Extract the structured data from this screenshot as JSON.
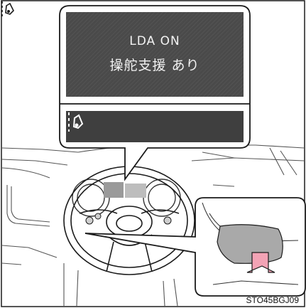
{
  "display": {
    "line1": "LDA ON",
    "line2": "操舵支援 あり"
  },
  "icons": {
    "display_icon": "lane-departure-alert-icon",
    "switch_icon": "lane-departure-alert-icon",
    "arrow": "press-arrow-icon"
  },
  "caption": "STO45BGJ09",
  "colors": {
    "screen": "#4a4a4a",
    "bar": "#3f3f3f",
    "arrow_fill": "#f3a3b5",
    "line": "#1a1a1a"
  }
}
